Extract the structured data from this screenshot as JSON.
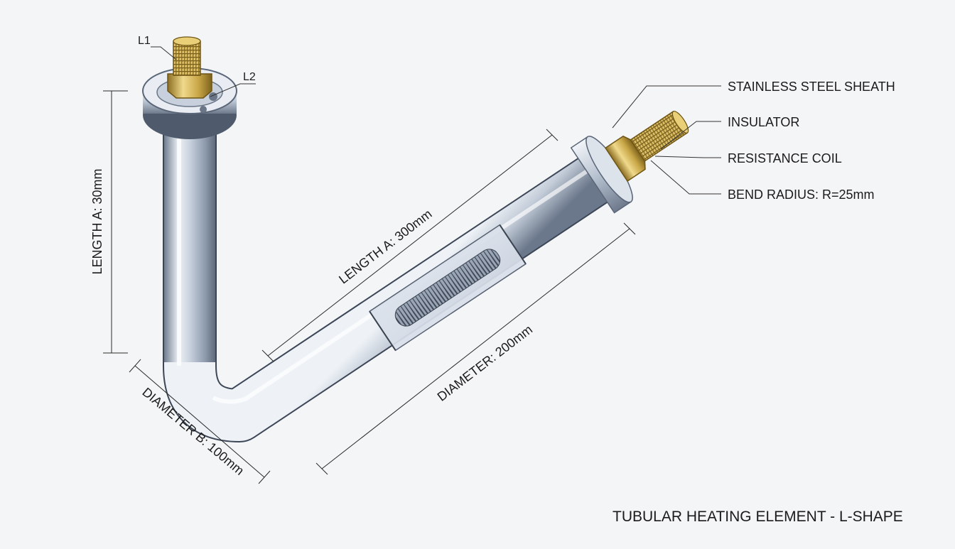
{
  "title": "TUBULAR HEATING ELEMENT - L-SHAPE",
  "terminals": {
    "left_top": "L1",
    "left_side": "L2"
  },
  "dimensions": {
    "vertical_length": "LENGTH A: 30mm",
    "diagonal_length": "LENGTH A: 300mm",
    "diagonal_diameter": "DIAMETER: 200mm",
    "bend_diameter": "DIAMETER B: 100mm"
  },
  "callouts": [
    "STAINLESS STEEL SHEATH",
    "INSULATOR",
    "RESISTANCE COIL",
    "BEND RADIUS: R=25mm"
  ],
  "colors": {
    "background": "#f4f5f7",
    "steel_light": "#eef2f7",
    "steel_mid": "#b9c4d2",
    "steel_dark": "#6f7c8e",
    "brass": "#d1b45a",
    "brass_dark": "#8c6f22",
    "ink": "#1b1b1b"
  }
}
